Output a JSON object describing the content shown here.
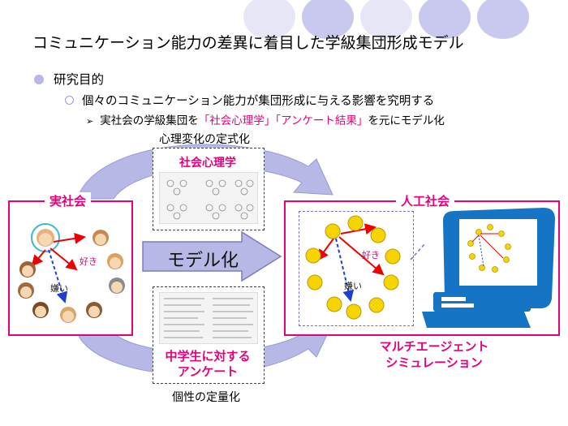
{
  "title": "コミュニケーション能力の差異に着目した学級集団形成モデル",
  "bullets": {
    "level1": "研究目的",
    "level2": "個々のコミュニケーション能力が集団形成に与える影響を究明する",
    "level3_prefix": "実社会の学級集団を",
    "level3_highlight": "「社会心理学」「アンケート結果」",
    "level3_suffix": "を元にモデル化"
  },
  "top_caption": "心理変化の定式化",
  "bottom_caption": "個性の定量化",
  "social_psych_label": "社会心理学",
  "questionnaire_label_line1": "中学生に対する",
  "questionnaire_label_line2": "アンケート",
  "real_society": {
    "title": "実社会",
    "like_label": "好き",
    "dislike_label": "嫌い"
  },
  "artificial_society": {
    "title": "人工社会",
    "like_label": "好き",
    "dislike_label": "嫌い"
  },
  "model_arrow_label": "モデル化",
  "simulation_line1": "マルチエージェント",
  "simulation_line2": "シミュレーション",
  "colors": {
    "accent": "#e6007e",
    "arrow_fill": "#b8b8e6",
    "deco": "#c8c8ee",
    "monitor": "#1574c4",
    "smiley": "#f5d400"
  }
}
